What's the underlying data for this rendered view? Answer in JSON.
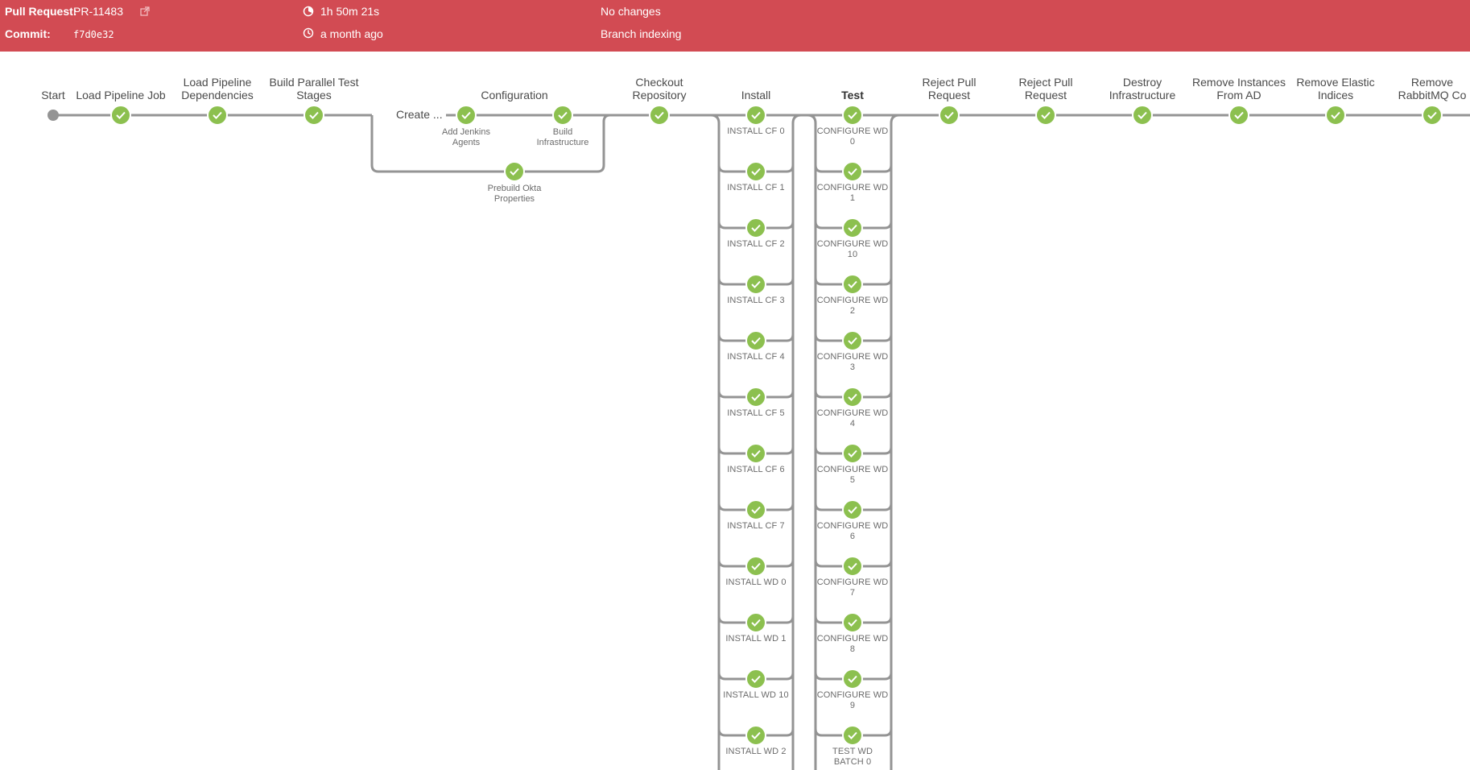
{
  "header": {
    "pr_label": "Pull Request:",
    "pr_value": "PR-11483",
    "commit_label": "Commit:",
    "commit_value": "f7d0e32",
    "duration": "1h 50m 21s",
    "time_ago": "a month ago",
    "changes": "No changes",
    "cause": "Branch indexing",
    "icons": {
      "external_link": "external-link-icon",
      "duration": "duration-icon",
      "clock": "clock-icon"
    }
  },
  "colors": {
    "header_bg": "#d24b53",
    "success": "#8cc04f",
    "line": "#949494",
    "start_node": "#949494"
  },
  "pipeline": {
    "start": "Start",
    "stages": {
      "load_job": "Load Pipeline Job",
      "load_deps": "Load Pipeline Dependencies",
      "build_parallel": "Build Parallel Test Stages",
      "create": "Create ...",
      "configuration": "Configuration",
      "checkout": "Checkout Repository",
      "install": "Install",
      "test": "Test",
      "reject1": "Reject Pull Request",
      "reject2": "Reject Pull Request",
      "destroy": "Destroy Infrastructure",
      "remove_instances": "Remove Instances From AD",
      "remove_elastic": "Remove Elastic Indices",
      "remove_rabbit": "Remove RabbitMQ Co"
    },
    "config_nodes": {
      "add_agents": "Add Jenkins Agents",
      "build_infra": "Build Infrastructure",
      "prebuild_okta": "Prebuild Okta Properties"
    },
    "install_branches": [
      "INSTALL CF 0",
      "INSTALL CF 1",
      "INSTALL CF 2",
      "INSTALL CF 3",
      "INSTALL CF 4",
      "INSTALL CF 5",
      "INSTALL CF 6",
      "INSTALL CF 7",
      "INSTALL WD 0",
      "INSTALL WD 1",
      "INSTALL WD 10",
      "INSTALL WD 2"
    ],
    "test_branches": [
      "CONFIGURE WD 0",
      "CONFIGURE WD 1",
      "CONFIGURE WD 10",
      "CONFIGURE WD 2",
      "CONFIGURE WD 3",
      "CONFIGURE WD 4",
      "CONFIGURE WD 5",
      "CONFIGURE WD 6",
      "CONFIGURE WD 7",
      "CONFIGURE WD 8",
      "CONFIGURE WD 9",
      "TEST WD BATCH 0"
    ],
    "status": "success",
    "status_icon": "check-icon"
  }
}
